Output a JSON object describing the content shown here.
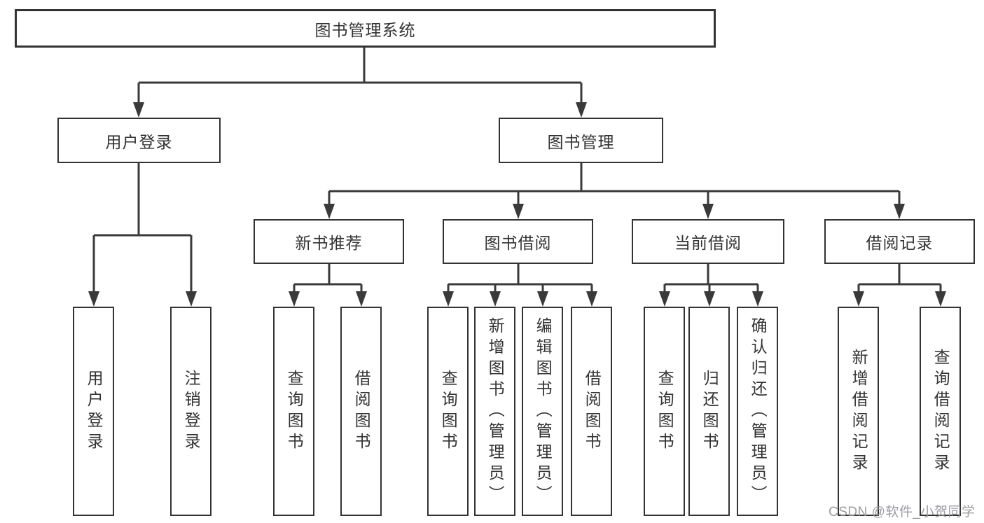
{
  "diagram": {
    "title_note": "functional structure diagram",
    "root": {
      "label": "图书管理系统"
    },
    "branches": [
      {
        "label": "用户登录",
        "children": [
          {
            "label": "用户登录"
          },
          {
            "label": "注销登录"
          }
        ]
      },
      {
        "label": "图书管理",
        "children": [
          {
            "label": "新书推荐",
            "children": [
              {
                "label": "查询图书"
              },
              {
                "label": "借阅图书"
              }
            ]
          },
          {
            "label": "图书借阅",
            "children": [
              {
                "label": "查询图书"
              },
              {
                "label": "新增图书（管理员）"
              },
              {
                "label": "编辑图书（管理员）"
              },
              {
                "label": "借阅图书"
              }
            ]
          },
          {
            "label": "当前借阅",
            "children": [
              {
                "label": "查询图书"
              },
              {
                "label": "归还图书"
              },
              {
                "label": "确认归还（管理员）"
              }
            ]
          },
          {
            "label": "借阅记录",
            "children": [
              {
                "label": "新增借阅记录"
              },
              {
                "label": "查询借阅记录"
              }
            ]
          }
        ]
      }
    ]
  },
  "colors": {
    "line": "#3a3a3a",
    "box_border": "#333333",
    "text": "#333333",
    "watermark": "#94989e"
  },
  "watermark": {
    "text": "CSDN @软件_小贺同学"
  }
}
